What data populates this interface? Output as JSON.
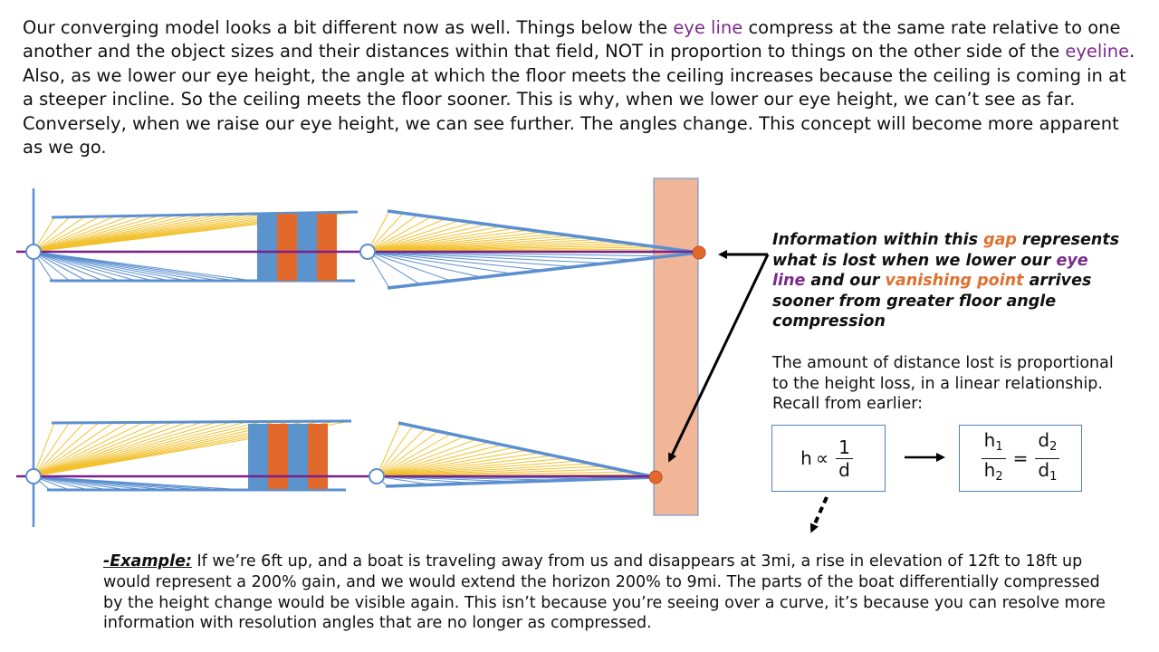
{
  "intro": {
    "part1": "Our converging model looks a bit different now as well.  Things below the ",
    "eye_line": "eye line",
    "part2": " compress at the same rate relative to one another and the object sizes and their distances within that field, NOT in proportion to things on the other side of the ",
    "eyeline": "eyeline",
    "part3": ".  Also, as we lower our eye height, the angle at which the floor meets the ceiling increases because the ceiling is coming in at a steeper incline.  So the ceiling meets the floor sooner.  This is why, when we lower our eye height, we can’t see as far.  Conversely, when we raise our eye height, we can see further.  The angles change.  This concept will become more apparent as we go."
  },
  "note": {
    "t1": "Information within this ",
    "gap": "gap",
    "t2": " represents what is lost when we lower our ",
    "eye_line": "eye line",
    "t3": " and our ",
    "vanishing_point": "vanishing point",
    "t4": " arrives sooner from greater floor angle compression"
  },
  "amount_text": "The amount of distance lost is proportional to the height loss, in a linear relationship.  Recall from earlier:",
  "formula1": {
    "h": "h",
    "prop": "∝",
    "num": "1",
    "den": "d"
  },
  "formula2": {
    "h1": "h",
    "h1_sub": "1",
    "h2": "h",
    "h2_sub": "2",
    "eq": "=",
    "d2": "d",
    "d2_sub": "2",
    "d1": "d",
    "d1_sub": "1"
  },
  "example": {
    "lead": "-Example:",
    "text": " If we’re 6ft up, and a boat is traveling away from us and disappears at 3mi, a rise in elevation of 12ft to 18ft up would represent a 200% gain, and we would extend the horizon 200% to 9mi.  The parts of the boat differentially compressed by the height change would be visible again.  This isn’t because you’re seeing over a curve, it’s because you can resolve more information with resolution angles that are no longer as compressed."
  },
  "colors": {
    "line_blue": "#5b8fd0",
    "ray_yellow": "#f2c12e",
    "eye_line_purple": "#7b1f8c",
    "box_orange": "#e2692c",
    "box_blue": "#5b93cc",
    "gap_fill": "#f0b697",
    "arrow": "#000000"
  }
}
